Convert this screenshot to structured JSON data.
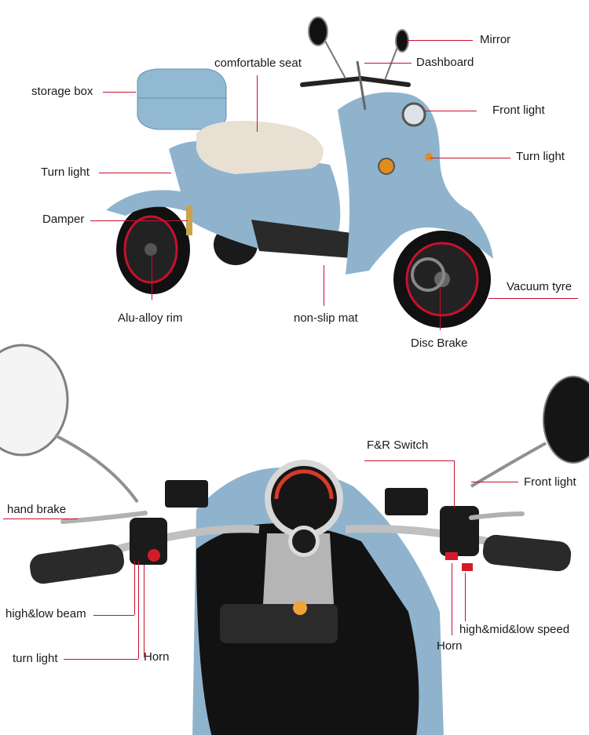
{
  "colors": {
    "accent_line": "#c8102e",
    "body_blue": "#8fb3cc",
    "seat": "#e7e0d3",
    "black": "#111111"
  },
  "top": {
    "labels": {
      "mirror": "Mirror",
      "dashboard": "Dashboard",
      "comfortable_seat": "comfortable seat",
      "storage_box": "storage box",
      "front_light": "Front light",
      "turn_light_right": "Turn light",
      "turn_light_left": "Turn light",
      "damper": "Damper",
      "vacuum_tyre": "Vacuum tyre",
      "alu_alloy_rim": "Alu-alloy rim",
      "non_slip_mat": "non-slip mat",
      "disc_brake": "Disc Brake"
    }
  },
  "bottom": {
    "labels": {
      "fr_switch": "F&R Switch",
      "front_light": "Front light",
      "hand_brake": "hand brake",
      "high_low_beam": "high&low beam",
      "turn_light": "turn light",
      "horn_left": "Horn",
      "horn_right": "Horn",
      "speed": "high&mid&low speed"
    }
  }
}
